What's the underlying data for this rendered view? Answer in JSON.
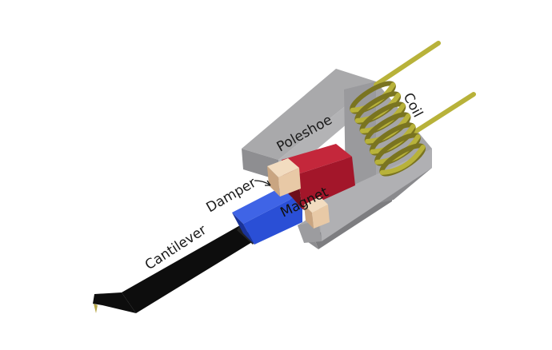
{
  "diagram": {
    "labels": {
      "poleshoe": "Poleshoe",
      "coil": "Coil",
      "damper": "Damper",
      "magnet": "Magnet",
      "cantilever": "Cantilever"
    },
    "colors": {
      "poleshoe": "#a9a9ab",
      "poleshoe_dark": "#7d7d80",
      "magnet_red": "#a3162a",
      "magnet_red_dark": "#6e0e1b",
      "magnet_blue": "#2a4fd6",
      "magnet_blue_dark": "#1a3399",
      "damper": "#e8c9a6",
      "coil": "#b8b23a",
      "coil_dark": "#7a7420",
      "cantilever": "#0d0d0d",
      "stylus_tip": "#b7a84a"
    }
  }
}
